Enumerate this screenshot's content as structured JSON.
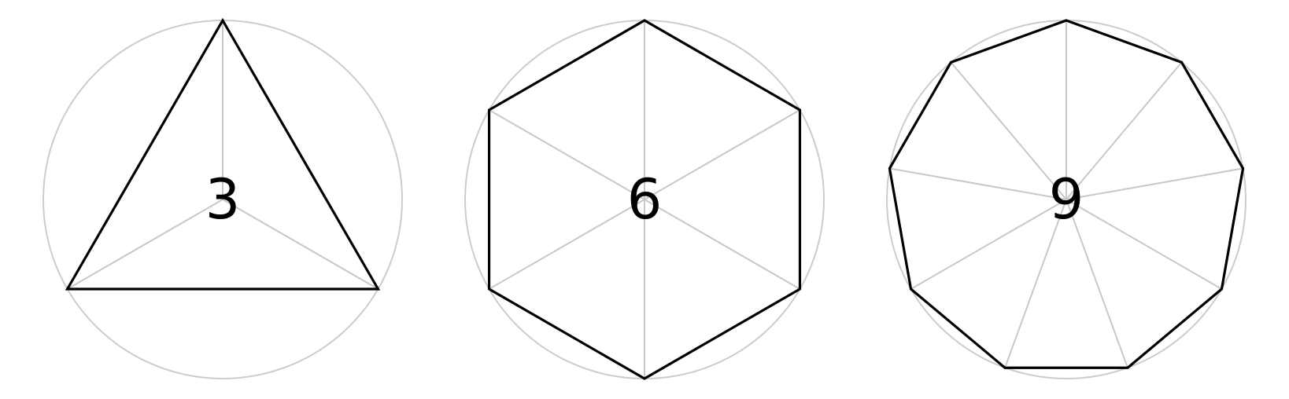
{
  "figures": [
    {
      "label": "3",
      "sides": 3
    },
    {
      "label": "6",
      "sides": 6
    },
    {
      "label": "9",
      "sides": 9
    }
  ],
  "colors": {
    "circle": "#cccccc",
    "spokes": "#c8c8c8",
    "outline": "#000000",
    "label": "#000000",
    "background": "#ffffff"
  }
}
